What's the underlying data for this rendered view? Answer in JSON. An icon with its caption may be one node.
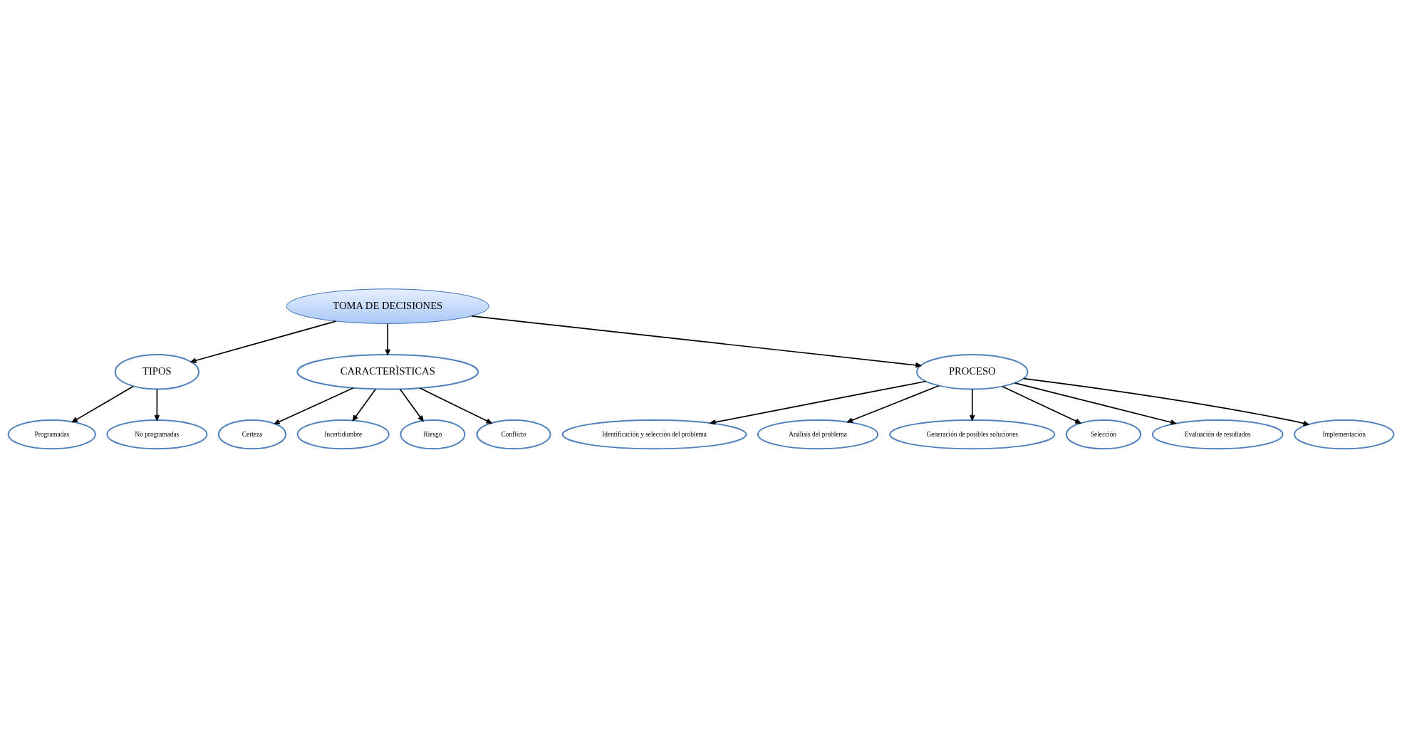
{
  "diagram": {
    "nodes": [
      {
        "text": [
          "TOMA DE DECISIONES"
        ]
      },
      {
        "text": [
          "TIPOS"
        ]
      },
      {
        "text": [
          "Programadas"
        ]
      },
      {
        "text": [
          "No programadas"
        ]
      },
      {
        "text": [
          "CARACTERÌSTICAS"
        ]
      },
      {
        "text": [
          "Certeza"
        ]
      },
      {
        "text": [
          "Incertidumbre"
        ]
      },
      {
        "text": [
          "Riesgo"
        ]
      },
      {
        "text": [
          "Conflicto"
        ]
      },
      {
        "text": [
          "PROCESO"
        ]
      },
      {
        "text": [
          "Identificación y selección del problema"
        ]
      },
      {
        "text": [
          "Análisis del problema"
        ]
      },
      {
        "text": [
          "Generación de posibles soluciones"
        ]
      },
      {
        "text": [
          "Selección"
        ]
      },
      {
        "text": [
          "Evaluación de resultados"
        ]
      },
      {
        "text": [
          "Implementación"
        ]
      }
    ],
    "edges": [
      {
        "from": 0,
        "to": 1,
        "arrow": "to"
      },
      {
        "from": 1,
        "to": 2,
        "arrow": "to"
      },
      {
        "from": 1,
        "to": 3,
        "arrow": "to"
      },
      {
        "from": 0,
        "to": 4,
        "arrow": "to"
      },
      {
        "from": 4,
        "to": 5,
        "arrow": "to"
      },
      {
        "from": 4,
        "to": 6,
        "arrow": "to"
      },
      {
        "from": 4,
        "to": 7,
        "arrow": "to"
      },
      {
        "from": 4,
        "to": 8,
        "arrow": "to"
      },
      {
        "from": 0,
        "to": 9,
        "arrow": "to"
      },
      {
        "from": 9,
        "to": 10,
        "arrow": "to"
      },
      {
        "from": 9,
        "to": 11,
        "arrow": "to"
      },
      {
        "from": 9,
        "to": 12,
        "arrow": "to"
      },
      {
        "from": 9,
        "to": 13,
        "arrow": "to"
      },
      {
        "from": 9,
        "to": 14,
        "arrow": "to"
      },
      {
        "from": 9,
        "to": 15,
        "arrow": "to"
      }
    ]
  }
}
